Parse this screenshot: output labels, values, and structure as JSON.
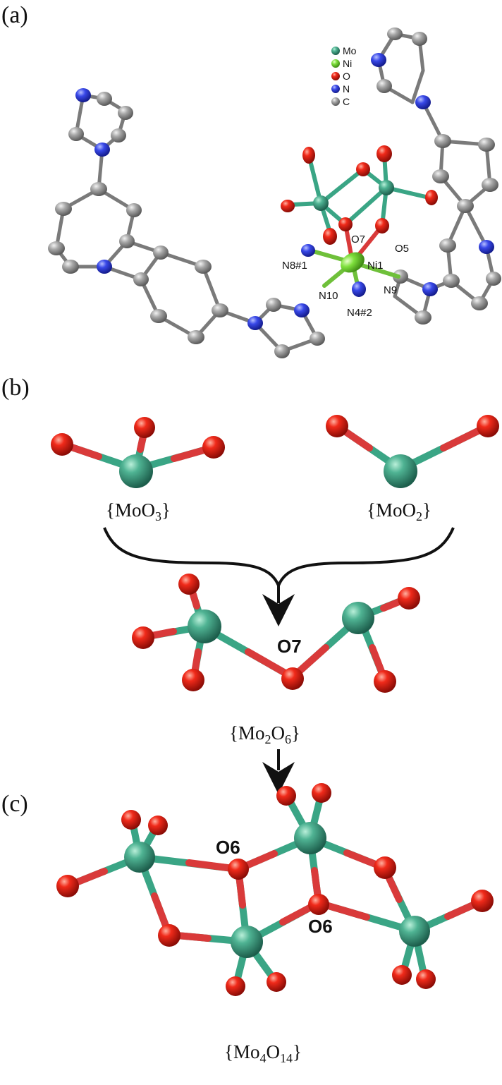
{
  "panels": {
    "a": "(a)",
    "b": "(b)",
    "c": "(c)"
  },
  "legend": [
    {
      "element": "Mo",
      "color": "#2e8b73"
    },
    {
      "element": "Ni",
      "color": "#7ee03c"
    },
    {
      "element": "O",
      "color": "#e02020"
    },
    {
      "element": "N",
      "color": "#2f3fe0"
    },
    {
      "element": "C",
      "color": "#9a9a9a"
    }
  ],
  "atom_labels_a": [
    "O7",
    "O5",
    "N8#1",
    "Ni1",
    "N9",
    "N10",
    "N4#2"
  ],
  "panel_b": {
    "left_unit": {
      "base": "{MoO",
      "sub": "3",
      "end": "}"
    },
    "right_unit": {
      "base": "{MoO",
      "sub": "2",
      "end": "}"
    },
    "bridge_label": "O7",
    "product": {
      "p1": "{Mo",
      "s1": "2",
      "p2": "O",
      "s2": "6",
      "p3": "}"
    }
  },
  "panel_c": {
    "bridge_label_1": "O6",
    "bridge_label_2": "O6",
    "product": {
      "p1": "{Mo",
      "s1": "4",
      "p2": "O",
      "s2": "14",
      "p3": "}"
    }
  },
  "colors": {
    "mo": "#2e8b73",
    "mo_bond": "#3aa585",
    "o": "#e02020",
    "o_bond": "#d93a3a",
    "ni": "#7ee03c",
    "n": "#2f3fe0",
    "c": "#9a9a9a",
    "c_bond": "#8a8a8a"
  }
}
